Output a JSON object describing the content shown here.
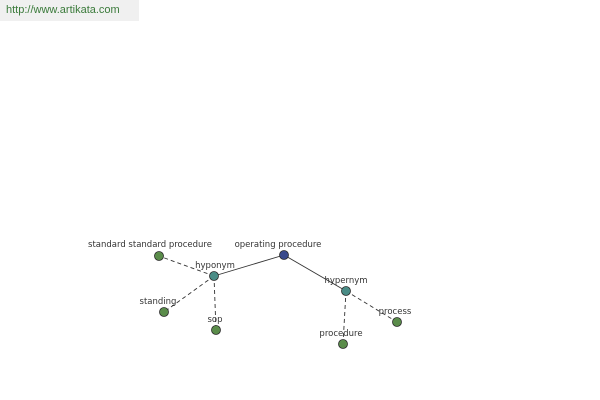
{
  "header": {
    "url": "http://www.artikata.com"
  },
  "graph": {
    "colors": {
      "root": "#3a4a8c",
      "relation": "#4a8c86",
      "leaf": "#5a8c4a",
      "stroke": "#2a2a2a",
      "edge": "#333333"
    },
    "nodes": [
      {
        "id": "operating-procedure",
        "label": "operating procedure",
        "kind": "root"
      },
      {
        "id": "hyponym",
        "label": "hyponym",
        "kind": "relation"
      },
      {
        "id": "hypernym",
        "label": "hypernym",
        "kind": "relation"
      },
      {
        "id": "standard-standard-procedure",
        "label": "standard standard procedure",
        "kind": "leaf"
      },
      {
        "id": "standing",
        "label": "standing",
        "kind": "leaf"
      },
      {
        "id": "sop",
        "label": "sop",
        "kind": "leaf"
      },
      {
        "id": "procedure",
        "label": "procedure",
        "kind": "leaf"
      },
      {
        "id": "process",
        "label": "process",
        "kind": "leaf"
      }
    ],
    "edges": [
      {
        "from": "operating-procedure",
        "to": "hyponym",
        "style": "solid"
      },
      {
        "from": "operating-procedure",
        "to": "hypernym",
        "style": "solid"
      },
      {
        "from": "hyponym",
        "to": "standard-standard-procedure",
        "style": "dashed"
      },
      {
        "from": "hyponym",
        "to": "standing",
        "style": "dashed"
      },
      {
        "from": "hyponym",
        "to": "sop",
        "style": "dashed"
      },
      {
        "from": "hypernym",
        "to": "procedure",
        "style": "dashed"
      },
      {
        "from": "hypernym",
        "to": "process",
        "style": "dashed"
      }
    ]
  }
}
